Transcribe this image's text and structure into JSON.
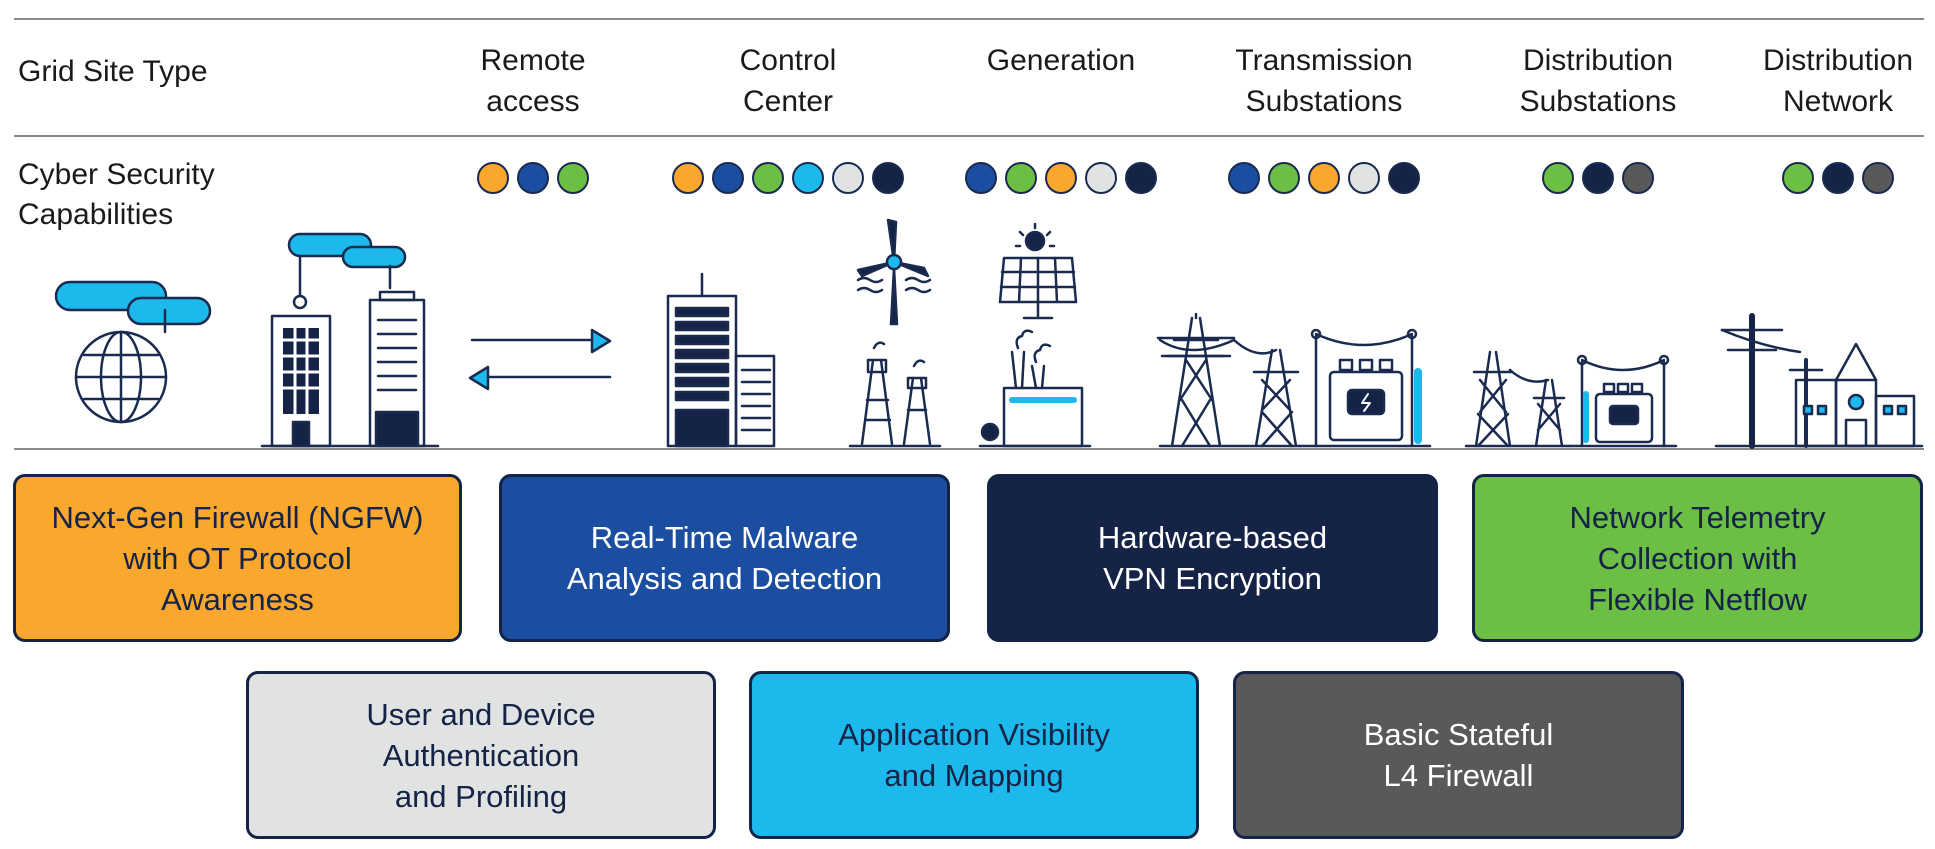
{
  "header": {
    "grid_site_type_label": "Grid Site Type",
    "cyber_security_label": "Cyber Security\nCapabilities"
  },
  "columns": [
    {
      "title": "Remote\naccess",
      "dots": [
        "orange",
        "blue",
        "green"
      ]
    },
    {
      "title": "Control\nCenter",
      "dots": [
        "orange",
        "blue",
        "green",
        "cyan",
        "gray",
        "navy"
      ]
    },
    {
      "title": "Generation",
      "dots": [
        "blue",
        "green",
        "orange",
        "gray",
        "navy"
      ]
    },
    {
      "title": "Transmission\nSubstations",
      "dots": [
        "blue",
        "green",
        "orange",
        "gray",
        "navy"
      ]
    },
    {
      "title": "Distribution\nSubstations",
      "dots": [
        "green",
        "navy",
        "darkgray"
      ]
    },
    {
      "title": "Distribution\nNetwork",
      "dots": [
        "green",
        "navy",
        "darkgray"
      ]
    }
  ],
  "capabilities_row1": [
    {
      "text": "Next-Gen Firewall (NGFW)\nwith OT Protocol\nAwareness",
      "color": "orange"
    },
    {
      "text": "Real-Time Malware\nAnalysis and Detection",
      "color": "blue"
    },
    {
      "text": "Hardware-based\nVPN Encryption",
      "color": "navy"
    },
    {
      "text": "Network Telemetry\nCollection with\nFlexible Netflow",
      "color": "green"
    }
  ],
  "capabilities_row2": [
    {
      "text": "User and Device\nAuthentication\nand Profiling",
      "color": "gray"
    },
    {
      "text": "Application Visibility\nand Mapping",
      "color": "cyan"
    },
    {
      "text": "Basic Stateful\nL4 Firewall",
      "color": "darkgray"
    }
  ],
  "palette": {
    "orange": "#F9A82D",
    "blue": "#1B4EA0",
    "navy": "#142346",
    "green": "#6DBE45",
    "cyan": "#1DB9EC",
    "gray": "#E1E3E3",
    "darkgray": "#595959",
    "outline": "#1a2b4f"
  },
  "icons": [
    "cloud-icon",
    "globe-icon",
    "office-building-icon",
    "double-arrow-icon",
    "control-center-building-icon",
    "wind-turbine-icon",
    "oil-rig-icon",
    "solar-panel-icon",
    "power-plant-icon",
    "transmission-tower-icon",
    "transformer-icon",
    "utility-pole-icon",
    "house-icon"
  ]
}
